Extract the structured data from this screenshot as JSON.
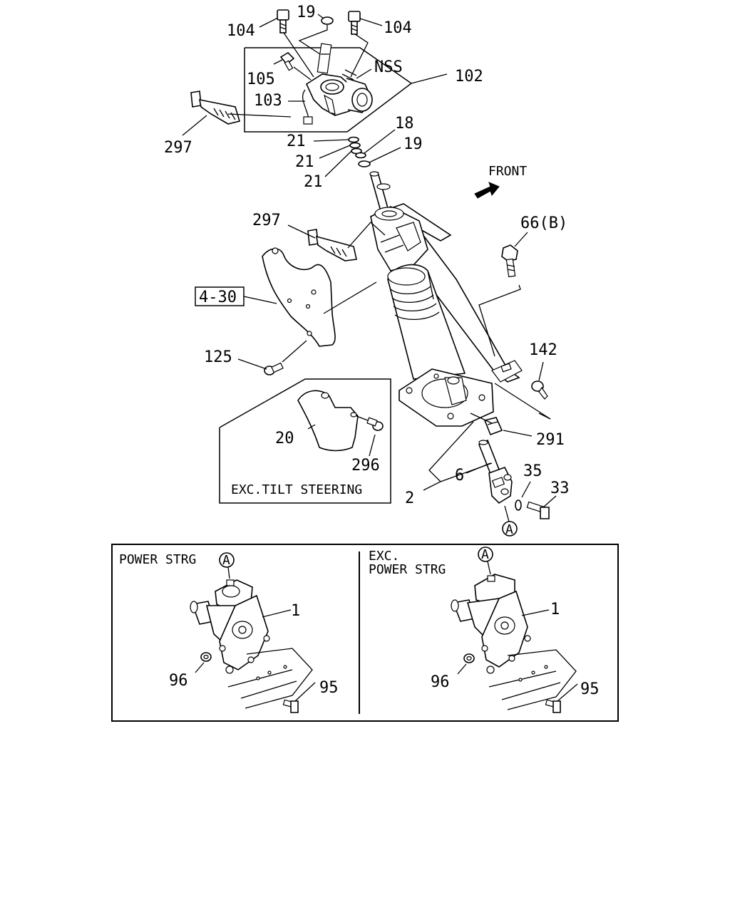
{
  "main_labels": {
    "p104_left": "104",
    "p19_top": "19",
    "p104_right": "104",
    "nss": "NSS",
    "p105": "105",
    "p102": "102",
    "p103": "103",
    "p297_top": "297",
    "p21_a": "21",
    "p18": "18",
    "p21_b": "21",
    "p19_mid": "19",
    "p21_c": "21",
    "front": "FRONT",
    "p297_mid": "297",
    "p66b": "66(B)",
    "p4_30": "4-30",
    "p125": "125",
    "p142": "142",
    "p20": "20",
    "p296": "296",
    "p291": "291",
    "p6": "6",
    "p35": "35",
    "p33": "33",
    "p2": "2",
    "ref_a": "A",
    "exc_tilt": "EXC.TILT STEERING"
  },
  "inset_left": {
    "title": "POWER STRG",
    "ref_a": "A",
    "p1": "1",
    "p96": "96",
    "p95": "95"
  },
  "inset_right": {
    "title_line1": "EXC.",
    "title_line2": "POWER STRG",
    "ref_a": "A",
    "p1": "1",
    "p96": "96",
    "p95": "95"
  }
}
